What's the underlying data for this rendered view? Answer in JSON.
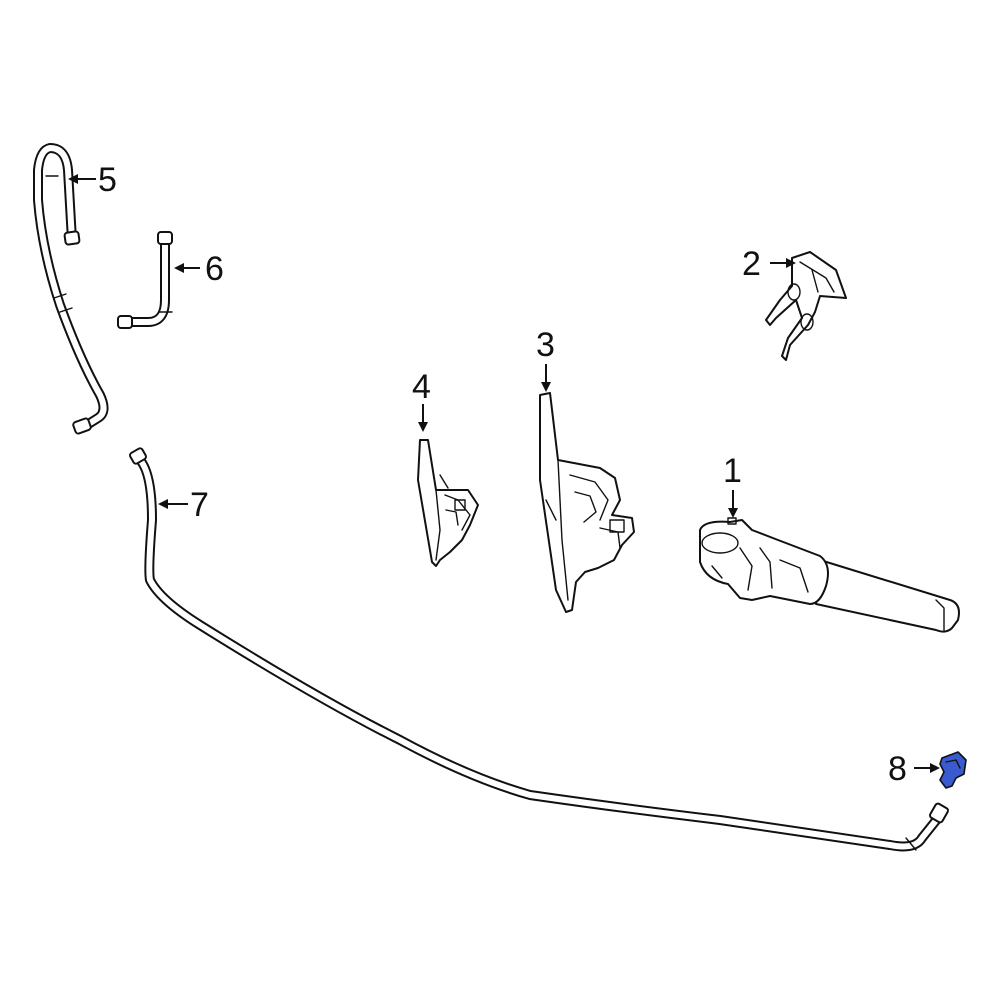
{
  "callouts": {
    "p1": "1",
    "p2": "2",
    "p3": "3",
    "p4": "4",
    "p5": "5",
    "p6": "6",
    "p7": "7",
    "p8": "8"
  },
  "colors": {
    "line": "#111111",
    "highlight": "#3a5bd0",
    "background": "#ffffff"
  }
}
